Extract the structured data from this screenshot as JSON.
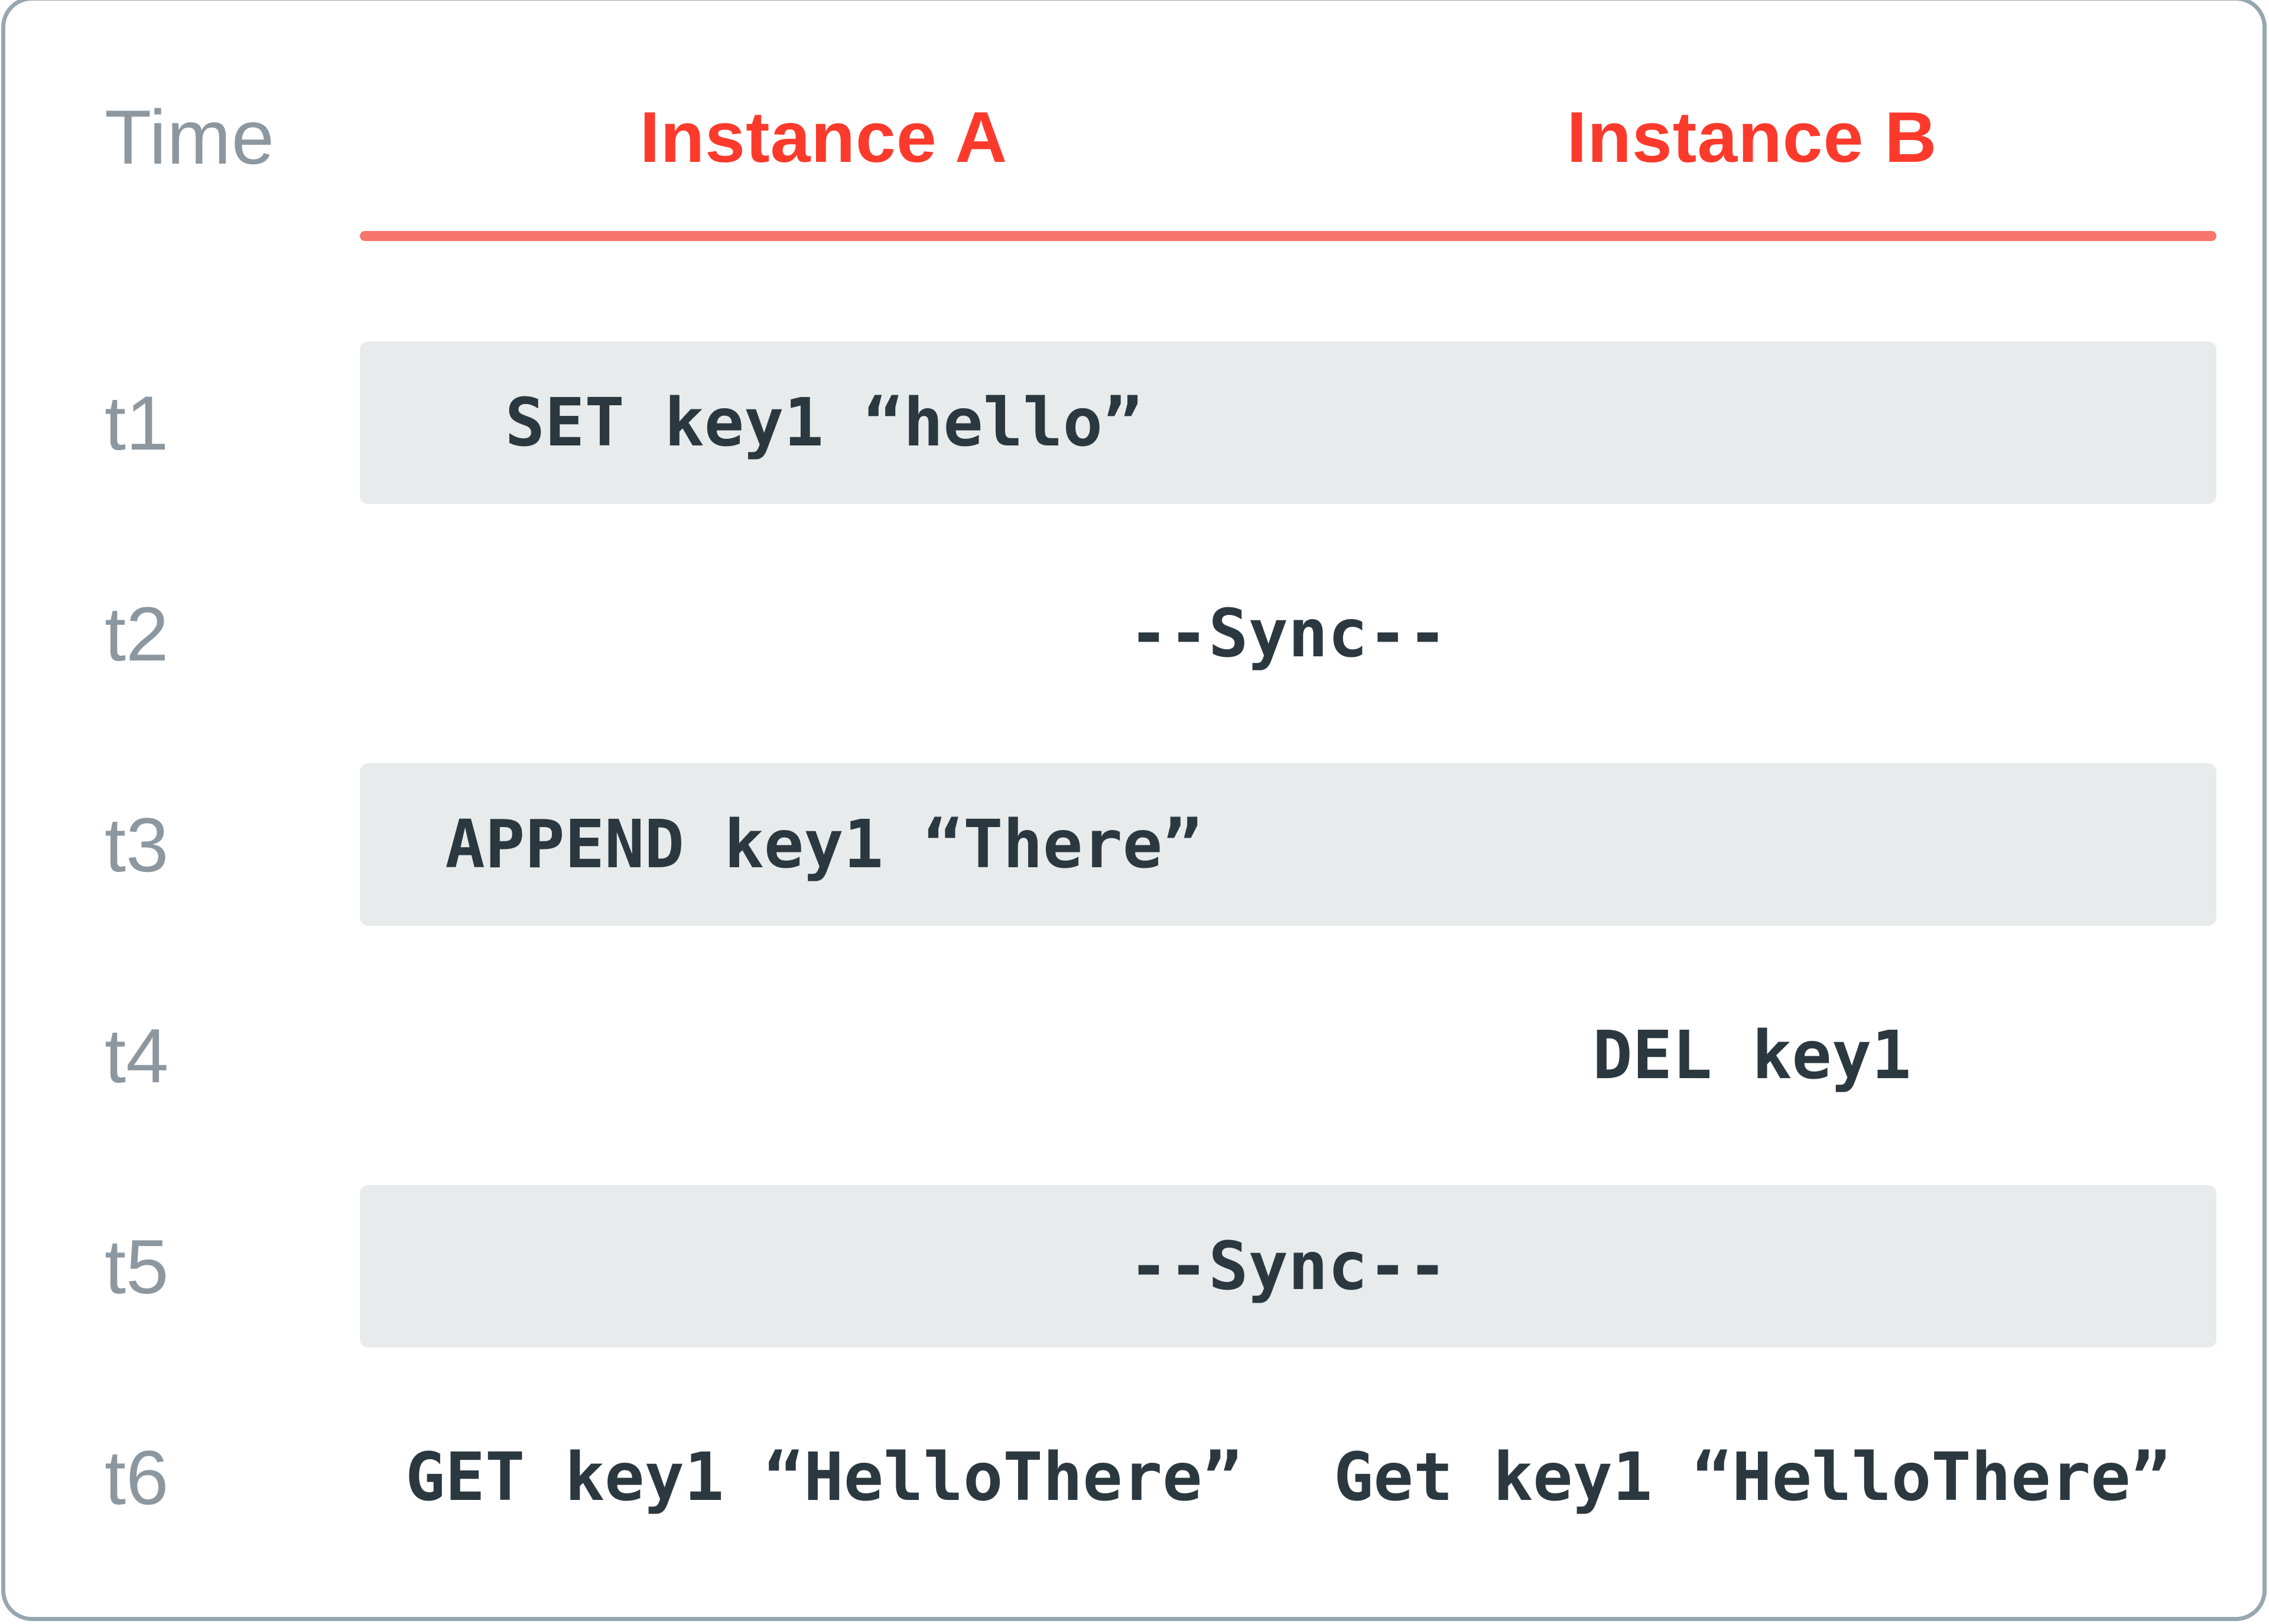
{
  "header": {
    "time_label": "Time",
    "instance_a": "Instance A",
    "instance_b": "Instance B"
  },
  "rows": [
    {
      "time": "t1",
      "instance_a": "SET key1 “hello”"
    },
    {
      "time": "t2",
      "sync_label": "--Sync--"
    },
    {
      "time": "t3",
      "instance_a": "APPEND key1 “There”"
    },
    {
      "time": "t4",
      "instance_b": "DEL key1"
    },
    {
      "time": "t5",
      "sync_label": "--Sync--"
    },
    {
      "time": "t6",
      "instance_a": "GET key1 “HelloThere”",
      "instance_b": "Get key1 “HelloThere”"
    }
  ],
  "colors": {
    "accent-red": "#FC3A2C",
    "underline-red": "#F8756B",
    "band-gray": "#E8EBEC",
    "command-text": "#2B3840",
    "muted-label": "#8C97A0",
    "card-border": "#97A7B0",
    "card-bg": "#FFFFFF"
  }
}
